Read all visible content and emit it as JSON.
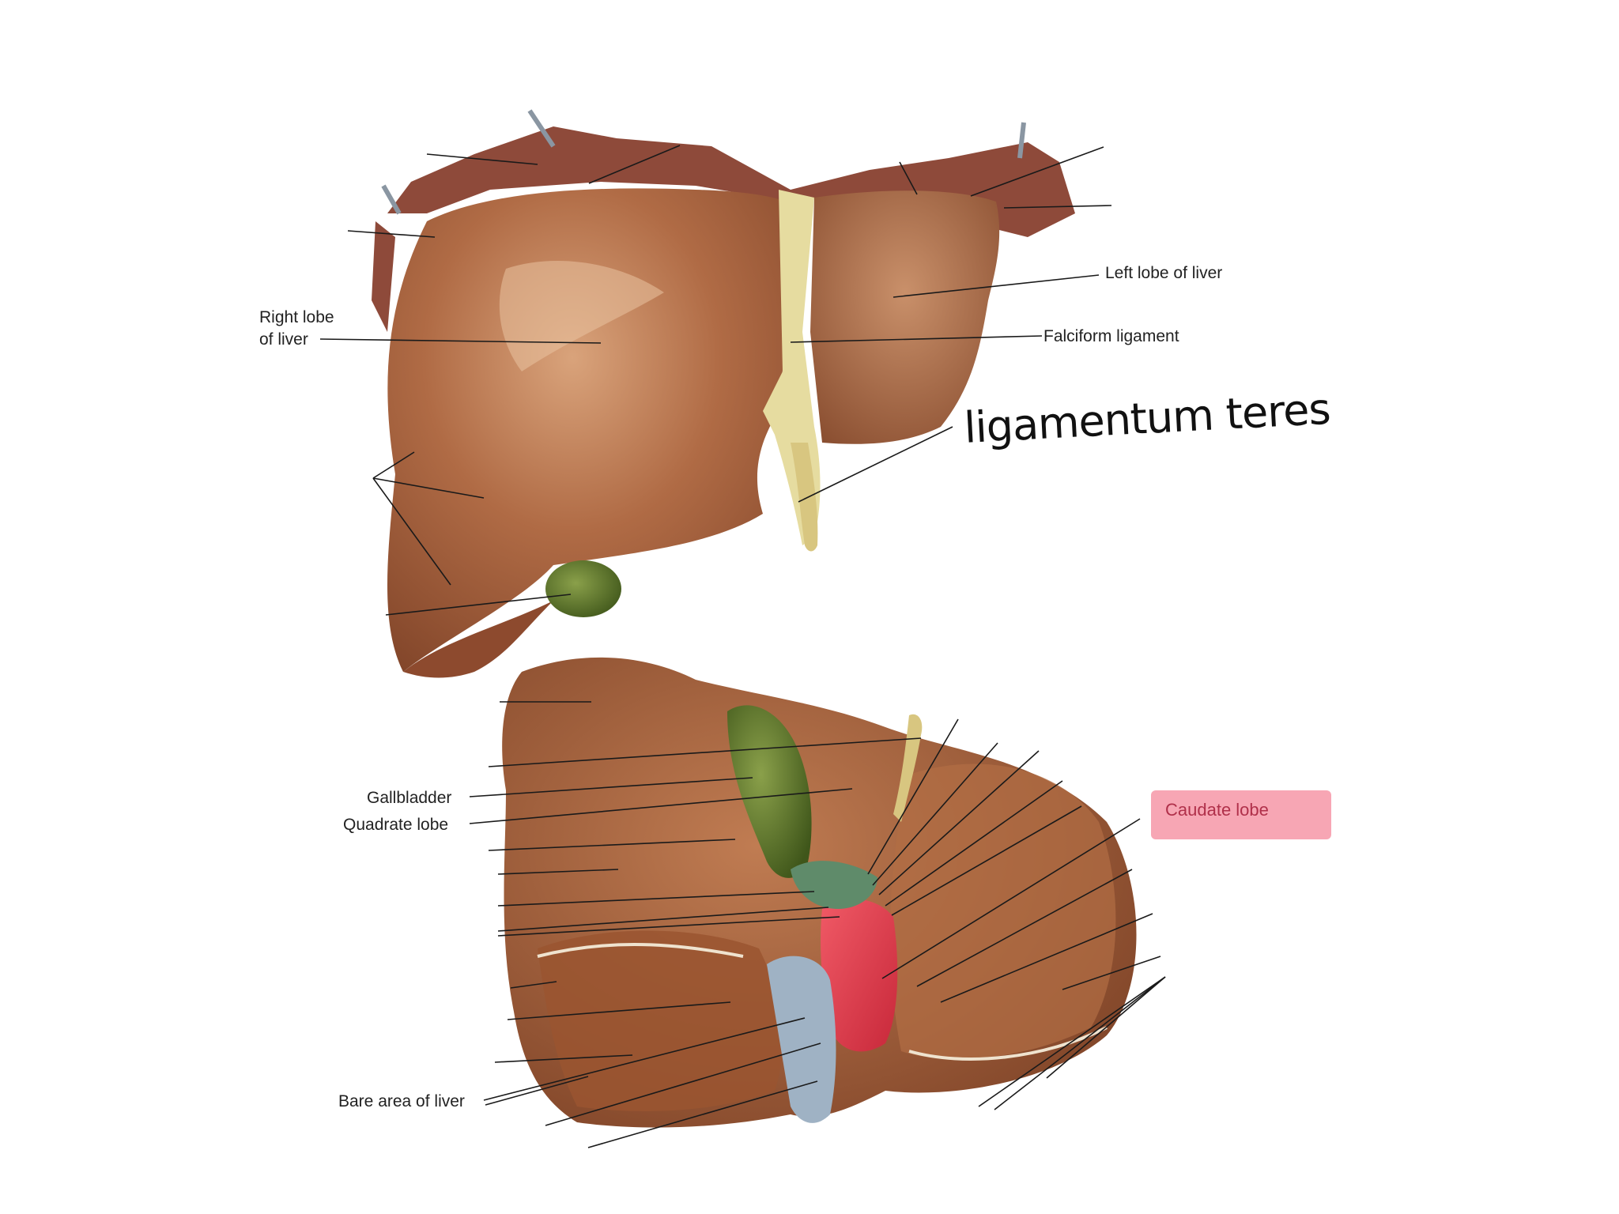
{
  "labels": {
    "right_lobe_line1": "Right lobe",
    "right_lobe_line2": "of liver",
    "left_lobe": "Left lobe of liver",
    "falciform": "Falciform ligament",
    "ligamentum_teres": "ligamentum teres",
    "gallbladder": "Gallbladder",
    "quadrate_lobe": "Quadrate lobe",
    "caudate_lobe": "Caudate lobe",
    "bare_area": "Bare area of liver"
  },
  "colors": {
    "liver": "#a8643f",
    "liver_light": "#c48a62",
    "liver_dark": "#7a3f24",
    "diaphragm": "#8e4a3a",
    "ligament": "#e6dca0",
    "gallbladder": "#5e7a2c",
    "ivc": "#e03a48",
    "portal_vein": "#9fb2c4",
    "highlight": "#f7a6b4",
    "highlight_text": "#b0304a"
  }
}
